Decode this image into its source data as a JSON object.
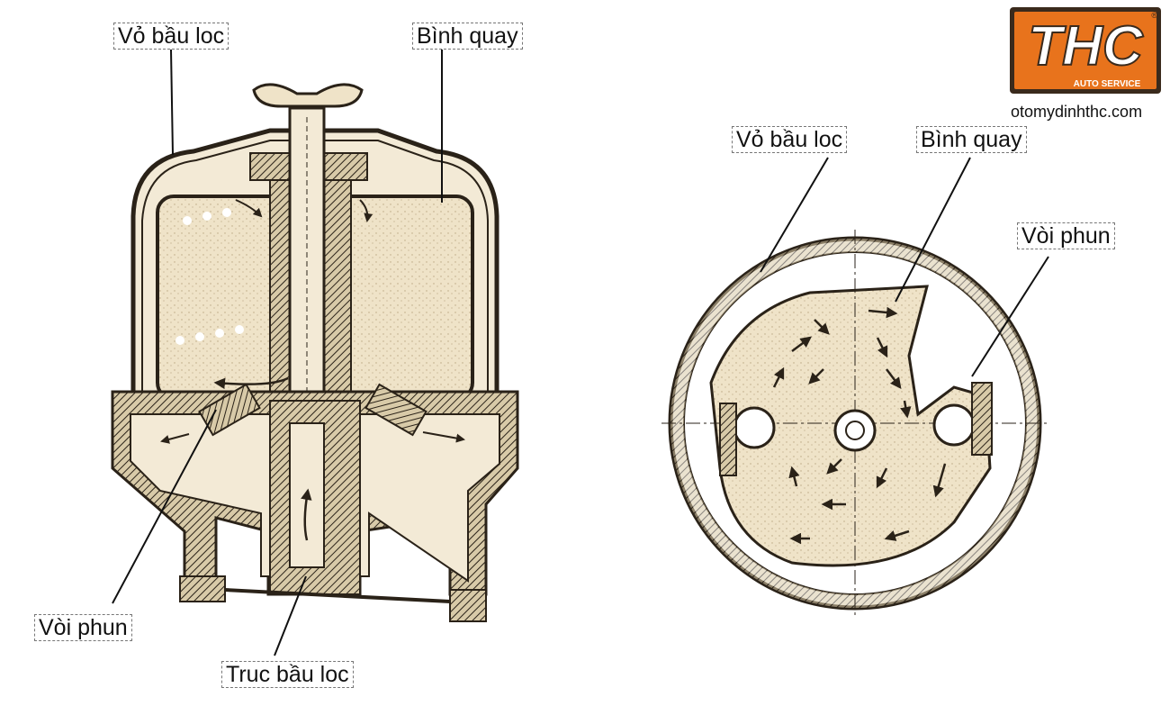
{
  "brand": {
    "logo_text": "THC",
    "logo_tagline": "AUTO SERVICE",
    "registered_mark": "®",
    "website": "otomydinhthc.com",
    "colors": {
      "logo_orange": "#e8731c",
      "logo_dark": "#3a2a1c"
    }
  },
  "left_diagram": {
    "labels": {
      "housing": "Vỏ bầu loc",
      "rotor": "Bình quay",
      "nozzle": "Vòi phun",
      "shaft": "Truc bầu loc"
    }
  },
  "right_diagram": {
    "labels": {
      "housing": "Vỏ bầu loc",
      "rotor": "Bình quay",
      "nozzle": "Vòi phun"
    }
  },
  "colors": {
    "paper": "#efe3c8",
    "ink": "#2a2218",
    "line": "#222222"
  }
}
